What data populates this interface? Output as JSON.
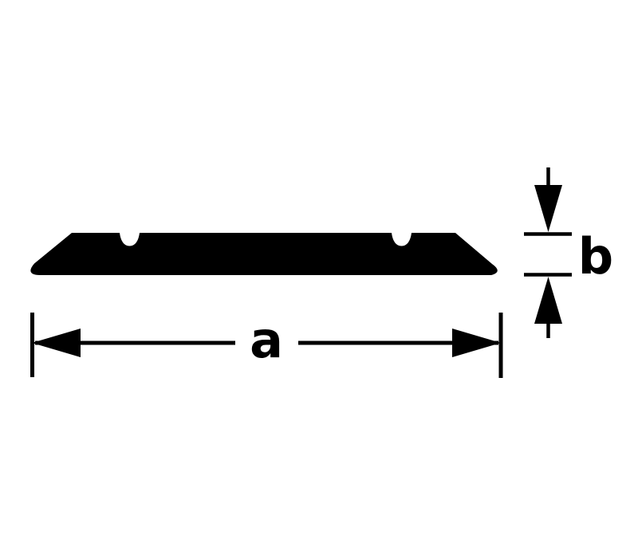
{
  "diagram": {
    "type": "technical-profile-cross-section",
    "labels": {
      "width": "a",
      "thickness": "b"
    },
    "colors": {
      "ink": "#000000",
      "background": "#ffffff"
    }
  }
}
